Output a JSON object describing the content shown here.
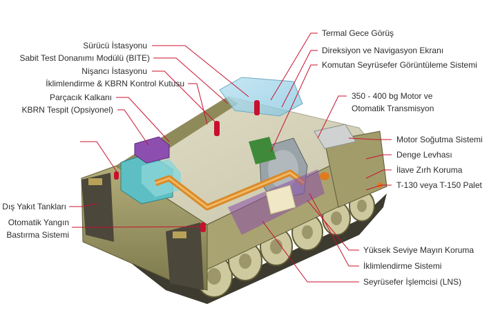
{
  "diagram": {
    "colors": {
      "leader": "#c8102e",
      "hull": "#8d8a5c",
      "hull_dark": "#5d5a35",
      "track": "#3a3a3a"
    },
    "left_labels": [
      {
        "id": "surucu",
        "text": "Sürücü İstasyonu"
      },
      {
        "id": "bite",
        "text": "Sabit Test Donanımı Modülü (BITE)"
      },
      {
        "id": "nisanci",
        "text": "Nişancı İstasyonu"
      },
      {
        "id": "kbrn-kontrol",
        "text": "İklimlendirme & KBRN Kontrol Kutusu"
      },
      {
        "id": "parcacik",
        "text": "Parçacık Kalkanı"
      },
      {
        "id": "kbrn-tespit",
        "text": "KBRN Tespit (Opsiyonel)"
      },
      {
        "id": "yakit",
        "text": "Dış Yakıt Tankları"
      },
      {
        "id": "yangin-1",
        "text": "Otomatik Yangın"
      },
      {
        "id": "yangin-2",
        "text": "Bastırma Sistemi"
      }
    ],
    "right_labels": [
      {
        "id": "termal",
        "text": "Termal Gece Görüş"
      },
      {
        "id": "direksiyon",
        "text": "Direksiyon ve Navigasyon Ekranı"
      },
      {
        "id": "komutan",
        "text": "Komutan Seyrüsefer Görüntüleme Sistemi"
      },
      {
        "id": "motor-1",
        "text": "350 - 400 bg Motor ve"
      },
      {
        "id": "motor-2",
        "text": "Otomatik Transmisyon"
      },
      {
        "id": "sogutma",
        "text": "Motor Soğutma Sistemi"
      },
      {
        "id": "denge",
        "text": "Denge Levhası"
      },
      {
        "id": "zirh",
        "text": "İlave Zırh Koruma"
      },
      {
        "id": "palet",
        "text": "T-130 veya T-150 Palet"
      },
      {
        "id": "mayin",
        "text": "Yüksek Seviye Mayın Koruma"
      },
      {
        "id": "iklim",
        "text": "İklimlendirme Sistemi"
      },
      {
        "id": "lns",
        "text": "Seyrüsefer İşlemcisi (LNS)"
      }
    ]
  }
}
